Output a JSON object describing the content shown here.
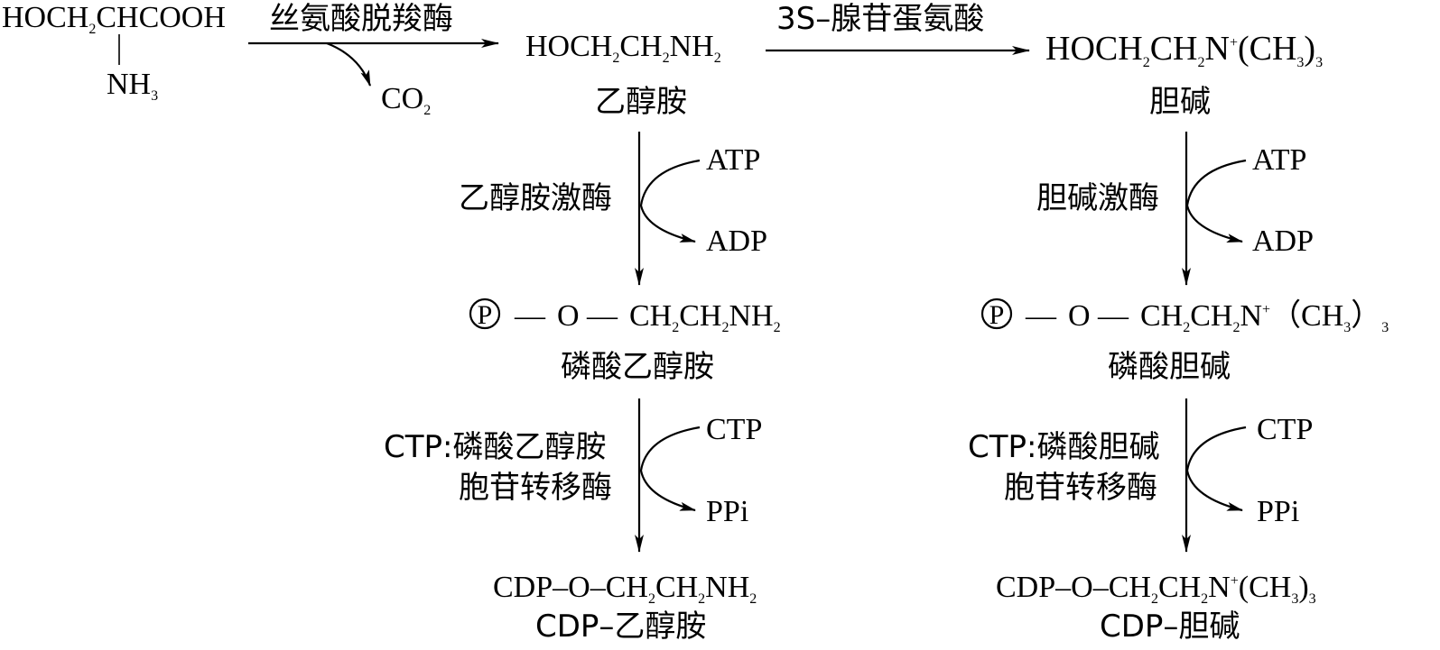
{
  "serine": {
    "formula": [
      "HOCH",
      "2",
      "CHCOOH"
    ],
    "amino": [
      "NH",
      "3"
    ]
  },
  "decarboxylase": "丝氨酸脱羧酶",
  "co2": [
    "CO",
    "2"
  ],
  "ethanolamine": {
    "formula": [
      "HOCH",
      "2",
      "CH",
      "2",
      "NH",
      "2"
    ],
    "name": "乙醇胺"
  },
  "methylation_cofactor": "3S–腺苷蛋氨酸",
  "choline": {
    "formula": [
      "HOCH",
      "2",
      "CH",
      "2",
      "N",
      "+",
      "(CH",
      "3",
      ")",
      "3"
    ],
    "name": "胆碱"
  },
  "left_step1": {
    "enzyme": "乙醇胺激酶",
    "in": "ATP",
    "out": "ADP"
  },
  "right_step1": {
    "enzyme": "胆碱激酶",
    "in": "ATP",
    "out": "ADP"
  },
  "phospho_ethanolamine": {
    "p_symbol": "P",
    "dash": "—",
    "o": "O",
    "formula": [
      "CH",
      "2",
      "CH",
      "2",
      "NH",
      "2"
    ],
    "name": "磷酸乙醇胺"
  },
  "phospho_choline": {
    "p_symbol": "P",
    "dash": "—",
    "o": "O",
    "formula": [
      "CH",
      "2",
      "CH",
      "2",
      "N",
      "+",
      "（CH",
      "3",
      "）",
      "3"
    ],
    "name": "磷酸胆碱"
  },
  "left_step2": {
    "enzyme_line1": "CTP:磷酸乙醇胺",
    "enzyme_line2": "胞苷转移酶",
    "in": "CTP",
    "out": "PPi"
  },
  "right_step2": {
    "enzyme_line1": "CTP:磷酸胆碱",
    "enzyme_line2": "胞苷转移酶",
    "in": "CTP",
    "out": "PPi"
  },
  "cdp_ethanolamine": {
    "formula": [
      "CDP–O–CH",
      "2",
      "CH",
      "2",
      "NH",
      "2"
    ],
    "name": "CDP–乙醇胺"
  },
  "cdp_choline": {
    "formula": [
      "CDP–O–CH",
      "2",
      "CH",
      "2",
      "N",
      "+",
      "(CH",
      "3",
      ")",
      "3"
    ],
    "name": "CDP–胆碱"
  }
}
